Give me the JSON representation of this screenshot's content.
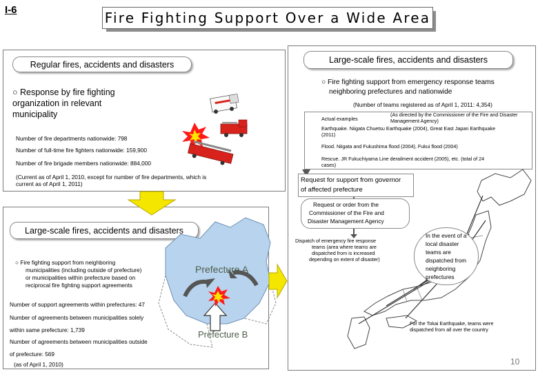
{
  "slide_id": "I-6",
  "title": "Fire Fighting Support Over a Wide Area",
  "regular": {
    "heading": "Regular fires, accidents and disasters",
    "response_line1": "○ Response by fire fighting",
    "response_line2": "organization in relevant",
    "response_line3": "municipality",
    "stat1": "Number of fire departments nationwide: 798",
    "stat2": "Number of full-time fire fighters nationwide: 159,900",
    "stat3": "Number of fire brigade members nationwide: 884,000",
    "note_line1": "(Current as of April 1, 2010, except for number of fire departments, which is",
    "note_line2": "current as of April 1, 2011)"
  },
  "large_top": {
    "heading": "Large-scale fires, accidents and disasters",
    "support_line1": "○ Fire fighting support from emergency response teams",
    "support_line2": "neighboring prefectures and nationwide",
    "teams_registered": "(Number of teams registered as of April 1, 2011: 4,354)",
    "actual_examples": "Actual examples",
    "directed_line1": "(As directed by the Commissioner of the Fire and Disaster",
    "directed_line2": "Management Agency)",
    "example1_line1": "Earthquake. Niigata Chuetsu Earthquake (2004), Great East Japan Earthquake",
    "example1_line2": "(2011)",
    "example2": "Flood. Niigata and Fukushima flood (2004), Fukui flood (2004)",
    "example3_line1": "Rescue. JR Fukuchiyama Line derailment accident (2005), etc. (total of 24",
    "example3_line2": "cases)",
    "request_line1": "Request for support from governor",
    "request_line2": "of affected prefecture",
    "order_line1": "Request or order from the",
    "order_line2": "Commissioner of the Fire and",
    "order_line3": "Disaster Management Agency",
    "dispatch_line1": "Dispatch of emergency fire response",
    "dispatch_line2": "teams (area where teams are",
    "dispatch_line3": "dispatched from is increased",
    "dispatch_line4": "depending on extent of disaster)",
    "event_line1": "In the event of a",
    "event_line2": "local disaster",
    "event_line3": "teams are",
    "event_line4": "dispatched from",
    "event_line5": "neighboring",
    "event_line6": "prefectures",
    "tokai_line1": "For the Tokai Earthquake, teams were",
    "tokai_line2": "dispatched from all over the country",
    "page_number": "10"
  },
  "large_bottom": {
    "heading": "Large-scale fires, accidents and disasters",
    "support_line1": "○ Fire fighting support from neighboring",
    "support_line2": "municipalities (including outside of prefecture)",
    "support_line3": "or municipalities within prefecture based on",
    "support_line4": "reciprocal fire fighting support agreements",
    "stat1": "Number of support agreements within prefectures: 47",
    "stat2": "Number of agreements between municipalities solely",
    "stat3": "within same prefecture: 1,739",
    "stat4": "Number of agreements between municipalities outside",
    "stat5": "of prefecture: 569",
    "asof": "(as of April 1, 2010)",
    "prefecture_a": "Prefecture A",
    "prefecture_b": "Prefecture B"
  },
  "colors": {
    "explosion": "#ff1a1a",
    "explosion_core": "#ffe400",
    "arrow_yellow": "#f5e600",
    "truck_red": "#d8231c",
    "map_blue": "#b8d3ee"
  }
}
